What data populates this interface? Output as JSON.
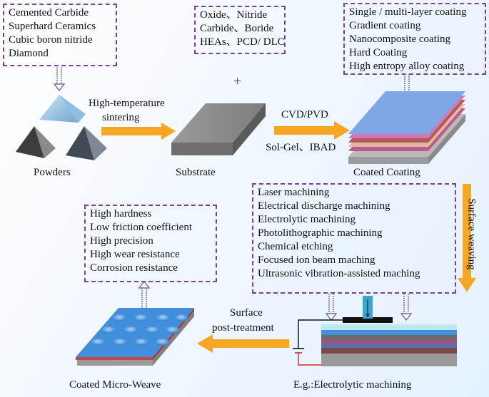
{
  "materials_box": {
    "lines": [
      "Cemented Carbide",
      "Superhard Ceramics",
      "Cubic boron nitride",
      "Diamond"
    ]
  },
  "additives_box": {
    "lines": [
      "Oxide、Nitride",
      "Carbide、Boride",
      "HEAs、PCD/ DLC"
    ]
  },
  "plus_sign": "+",
  "coating_types_box": {
    "lines": [
      "Single / multi-layer coating",
      "Gradient coating",
      "Nanocomposite coating",
      "Hard Coating",
      "High entropy alloy coating"
    ]
  },
  "arrow_sintering": {
    "line1": "High-temperature",
    "line2": "sintering"
  },
  "arrow_cvd": {
    "top": "CVD/PVD",
    "bottom": "Sol-Gel、IBAD"
  },
  "stage_labels": {
    "powders": "Powders",
    "substrate": "Substrate",
    "coated_coating": "Coated Coating",
    "coated_microweave": "Coated Micro-Weave",
    "electrolytic": "E.g.:Electrolytic machining"
  },
  "arrow_surface_weaving": "Surface weaving",
  "machining_box": {
    "lines": [
      "Laser machining",
      "Electrical discharge machining",
      "Electrolytic machining",
      "Photolithographic machining",
      "Chemical etching",
      "Focused ion beam maching",
      "Ultrasonic vibration-assisted maching"
    ]
  },
  "properties_box": {
    "lines": [
      "High hardness",
      "Low friction coefficient",
      "High precision",
      "High wear resistance",
      "Corrosion resistance"
    ]
  },
  "arrow_post_treatment": {
    "line1": "Surface",
    "line2": "post-treatment"
  },
  "colors": {
    "dashed_border": "#7a3fa0",
    "arrow_orange": "#f5a623",
    "substrate_gray": "#8c8c8c",
    "coating_blue": "#7fa6e6",
    "microweave_blue": "#3f8fdc"
  }
}
